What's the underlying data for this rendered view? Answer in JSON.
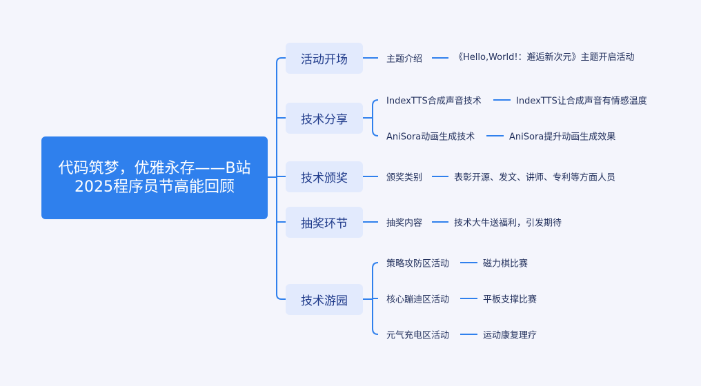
{
  "root": "代码筑梦，优雅永存——B站2025程序员节高能回顾",
  "branches": [
    {
      "label": "活动开场",
      "children": [
        {
          "label": "主题介绍",
          "leaf": "《Hello,World!：邂逅新次元》主题开启活动"
        }
      ]
    },
    {
      "label": "技术分享",
      "children": [
        {
          "label": "IndexTTS合成声音技术",
          "leaf": "IndexTTS让合成声音有情感温度"
        },
        {
          "label": "AniSora动画生成技术",
          "leaf": "AniSora提升动画生成效果"
        }
      ]
    },
    {
      "label": "技术颁奖",
      "children": [
        {
          "label": "颁奖类别",
          "leaf": "表彰开源、发文、讲师、专利等方面人员"
        }
      ]
    },
    {
      "label": "抽奖环节",
      "children": [
        {
          "label": "抽奖内容",
          "leaf": "技术大牛送福利，引发期待"
        }
      ]
    },
    {
      "label": "技术游园",
      "children": [
        {
          "label": "策略攻防区活动",
          "leaf": "磁力棋比赛"
        },
        {
          "label": "核心蹦迪区活动",
          "leaf": "平板支撑比赛"
        },
        {
          "label": "元气充电区活动",
          "leaf": "运动康复理疗"
        }
      ]
    }
  ],
  "colors": {
    "accent": "#2f80ed",
    "branch_bg": "#e2eafd",
    "text": "#1f2d5a"
  }
}
